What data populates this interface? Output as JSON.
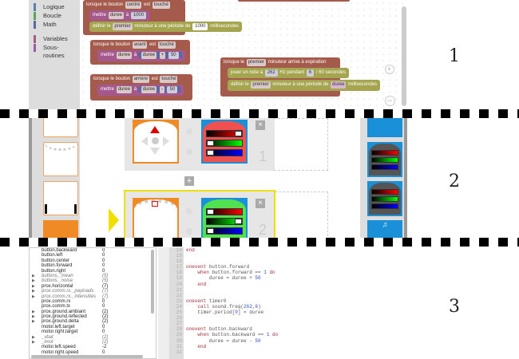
{
  "categories": [
    {
      "label": "Logique",
      "color": "#5b80a5"
    },
    {
      "label": "Boucle",
      "color": "#5ba55b"
    },
    {
      "label": "Math",
      "color": "#5b67a5"
    },
    {
      "label": "Variables",
      "color": "#a55b80"
    },
    {
      "label": "Sous-routines",
      "color": "#995ba5"
    }
  ],
  "blocks": {
    "b1": {
      "when": "lorsque le bouton",
      "button": "centre",
      "est": "est",
      "touched": "touché",
      "set": "mettre",
      "var": "duree",
      "a": "à",
      "value": "1000",
      "define": "définir le",
      "timer": "premier",
      "period": "minuteur à une période de",
      "period_value": "1000",
      "ms": "millisecondes"
    },
    "b2": {
      "when": "lorsque le bouton",
      "button": "avant",
      "est": "est",
      "touched": "touché",
      "set": "mettre",
      "var": "duree",
      "a": "à",
      "var2": "duree",
      "op": "+",
      "value": "50"
    },
    "b3": {
      "when": "lorsque le bouton",
      "button": "arrière",
      "est": "est",
      "touched": "touché",
      "set": "mettre",
      "var": "duree",
      "a": "à",
      "var2": "duree",
      "op": "-",
      "value": "50"
    },
    "b4": {
      "when": "lorsque le",
      "timer": "premier",
      "expire": "minuteur arrive à expiration",
      "play": "jouer un note à",
      "freq": "262",
      "hz": "Hz pendant",
      "dur": "6",
      "sec": "/ 60 secondes",
      "define": "définir le",
      "timer2": "premier",
      "period": "minuteur à une période de",
      "var": "duree",
      "ms": "millisecondes"
    }
  },
  "vpl": {
    "row1_number": "1",
    "row2_number": "2"
  },
  "section_labels": [
    "1",
    "2",
    "3"
  ],
  "variables": [
    {
      "name": "button.backward",
      "value": "0"
    },
    {
      "name": "button.left",
      "value": "0"
    },
    {
      "name": "button.center",
      "value": "0"
    },
    {
      "name": "button.forward",
      "value": "0"
    },
    {
      "name": "button.right",
      "value": "0"
    },
    {
      "name": "buttons._mean",
      "value": "(5)",
      "italic": true,
      "arrow": true
    },
    {
      "name": "buttons._noise",
      "value": "(5)",
      "italic": true,
      "arrow": true
    },
    {
      "name": "prox.horizontal",
      "value": "(7)",
      "arrow": true
    },
    {
      "name": "prox.comm.rx._payloads",
      "value": "(7)",
      "italic": true,
      "arrow": true
    },
    {
      "name": "prox.comm.rx._intensities",
      "value": "(7)",
      "italic": true,
      "arrow": true
    },
    {
      "name": "prox.comm.rx",
      "value": "0"
    },
    {
      "name": "prox.comm.tx",
      "value": "0"
    },
    {
      "name": "prox.ground.ambiant",
      "value": "(2)",
      "arrow": true
    },
    {
      "name": "prox.ground.reflected",
      "value": "(2)",
      "arrow": true
    },
    {
      "name": "prox.ground.delta",
      "value": "(2)",
      "arrow": true
    },
    {
      "name": "motor.left.target",
      "value": "0"
    },
    {
      "name": "motor.right.target",
      "value": "0"
    },
    {
      "name": "_vbat",
      "value": "(2)",
      "italic": true,
      "arrow": true
    },
    {
      "name": "_imot",
      "value": "(2)",
      "italic": true,
      "arrow": true
    },
    {
      "name": "motor.left.speed",
      "value": "-2"
    },
    {
      "name": "motor.right.speed",
      "value": "0"
    }
  ],
  "code": {
    "first_line": 14,
    "lines": [
      "end",
      "",
      "",
      "onevent button.forward",
      "    when button.forward == 1 do",
      "        duree = duree + 50",
      "    end",
      "",
      "",
      "onevent timer0",
      "    call sound.freq(262,6)",
      "    timer.period[0] = duree",
      "",
      "",
      "onevent button.backward",
      "    when button.backward == 1 do",
      "        duree = duree - 50",
      "    end",
      ""
    ]
  }
}
